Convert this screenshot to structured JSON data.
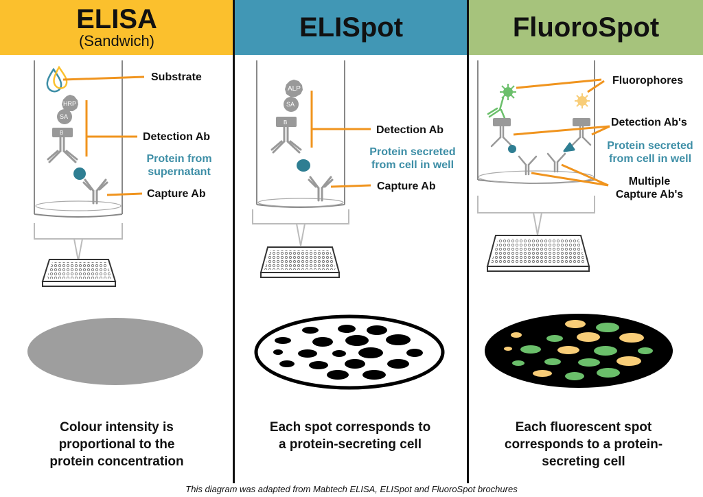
{
  "colors": {
    "elisa_header": "#fbc02d",
    "elispot_header": "#4197b5",
    "fluorospot_header": "#a6c37c",
    "label_orange": "#f0941e",
    "protein_teal": "#2e7e92",
    "spot_green": "#6bbf6b",
    "spot_yellow": "#f8cd78"
  },
  "panels": {
    "elisa": {
      "title": "ELISA",
      "subtitle": "(Sandwich)",
      "labels": {
        "substrate": "Substrate",
        "detection": "Detection Ab",
        "protein_line1": "Protein from",
        "protein_line2": "supernatant",
        "capture": "Capture Ab"
      },
      "icons": {
        "enzyme": "HRP",
        "streptavidin": "SA",
        "biotin": "B"
      },
      "description": [
        "Colour intensity is",
        "proportional to the",
        "protein concentration"
      ]
    },
    "elispot": {
      "title": "ELISpot",
      "labels": {
        "detection": "Detection Ab",
        "protein_line1": "Protein secreted",
        "protein_line2": "from cell in well",
        "capture": "Capture Ab"
      },
      "icons": {
        "enzyme": "ALP",
        "streptavidin": "SA",
        "biotin": "B"
      },
      "description": [
        "Each spot corresponds to",
        "a protein-secreting cell"
      ]
    },
    "fluorospot": {
      "title": "FluoroSpot",
      "labels": {
        "fluorophores": "Fluorophores",
        "detection": "Detection Ab's",
        "protein_line1": "Protein secreted",
        "protein_line2": "from cell in well",
        "capture_line1": "Multiple",
        "capture_line2": "Capture Ab's"
      },
      "description": [
        "Each fluorescent spot",
        "corresponds to a protein-",
        "secreting cell"
      ]
    }
  },
  "footer": "This diagram was adapted from Mabtech ELISA, ELISpot and FluoroSpot brochures"
}
